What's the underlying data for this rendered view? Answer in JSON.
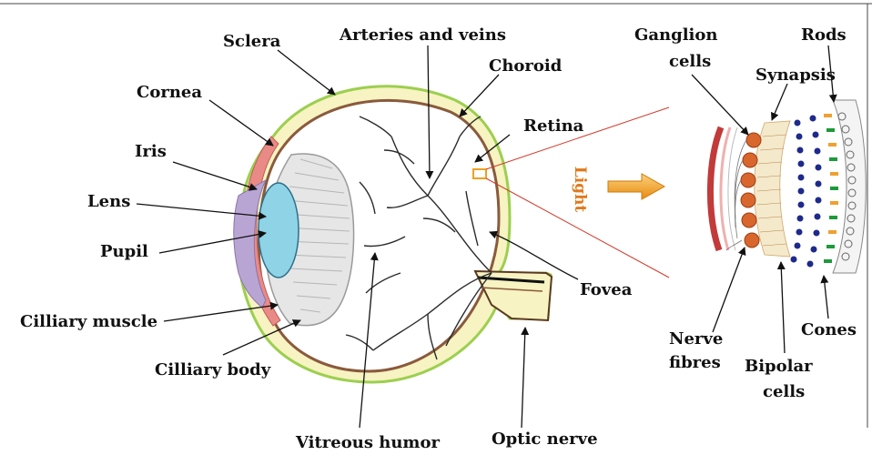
{
  "labels": {
    "sclera": "Sclera",
    "arteries": "Arteries and veins",
    "choroid": "Choroid",
    "cornea": "Cornea",
    "retina": "Retina",
    "iris": "Iris",
    "lens": "Lens",
    "pupil": "Pupil",
    "cilliary_muscle": "Cilliary muscle",
    "cilliary_body": "Cilliary body",
    "vitreous": "Vitreous humor",
    "optic_nerve": "Optic nerve",
    "fovea": "Fovea",
    "light": "Light",
    "ganglion_1": "Ganglion",
    "ganglion_2": "cells",
    "synapsis": "Synapsis",
    "rods": "Rods",
    "nerve_1": "Nerve",
    "nerve_2": "fibres",
    "bipolar_1": "Bipolar",
    "bipolar_2": "cells",
    "cones": "Cones"
  },
  "colors": {
    "sclera_fill": "#f7f3c2",
    "outline_green": "#9ccf4f",
    "retina_line": "#8a5a3c",
    "cornea": "#e98a86",
    "iris": "#b9a5d4",
    "lens": "#8ed3e6",
    "ciliary": "#e3e3e3",
    "light_arrow": "#f0a020",
    "ganglion": "#d9662d",
    "bipolar": "#1e2a8a",
    "cone_green": "#1d9a3a",
    "rod_orange": "#f0a030",
    "red_line": "#d23a2a"
  }
}
